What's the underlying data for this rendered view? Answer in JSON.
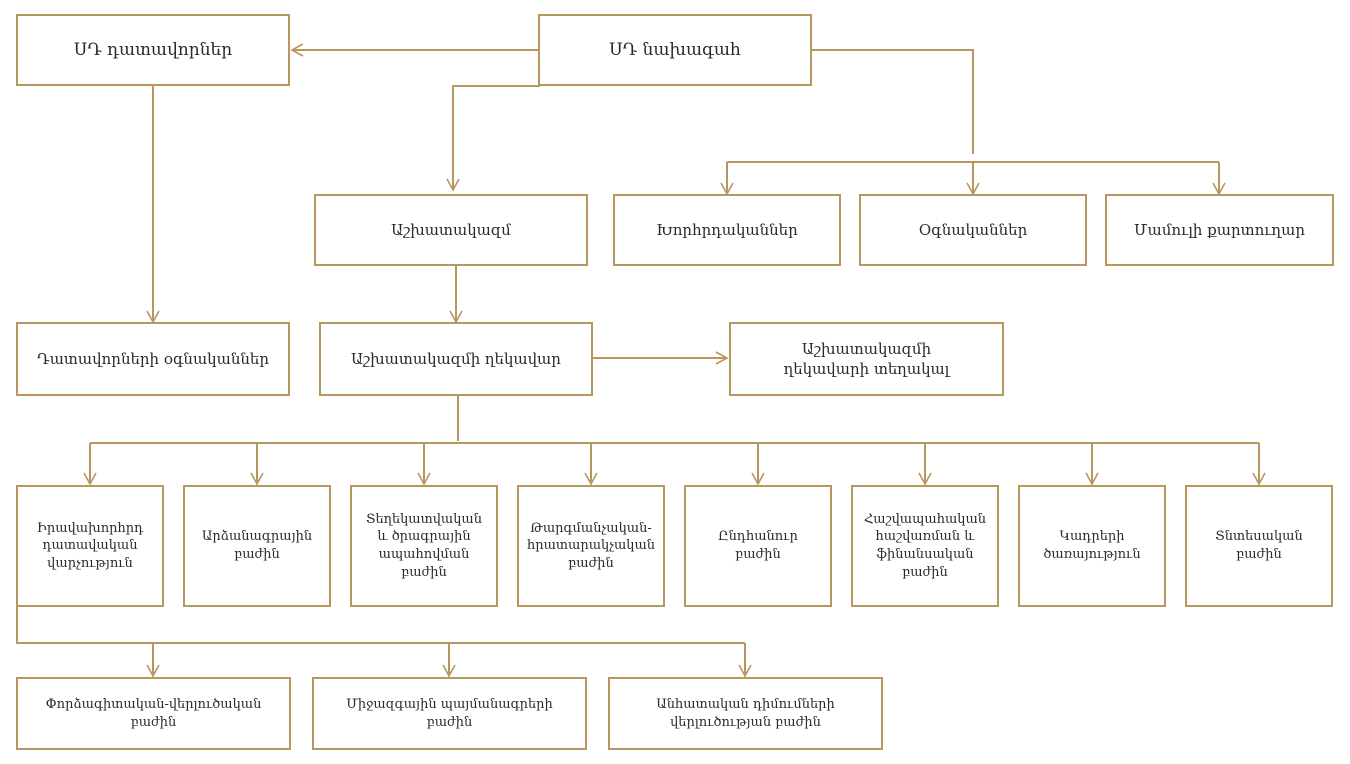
{
  "colors": {
    "line": "#b5975f",
    "text": "#2a2a2a",
    "background": "#ffffff"
  },
  "nodes": {
    "court_staff": "ՍԴ նախագահ",
    "judges": "ՍԴ դատավորներ",
    "judges_assistants": "Դատավորների օգնականներ",
    "staff": "Աշխատակազմ",
    "staff_head": "Աշխատակազմի ղեկավար",
    "staff_head_deputy": "Աշխատակազմի\nղեկավարի տեղակալ",
    "advisers": "Խորհրդականներ",
    "assistants": "Օգնականներ",
    "press_secretary": "Մամուլի քարտուղար",
    "legal_proceedings": "Իրավախորհրդ\nդատավական\nվարչություն",
    "protocol_dept": "Արձանագրային\nբաժին",
    "it_dept": "Տեղեկատվական\nև ծրագրային\nապահովման\nբաժին",
    "translation_dept": "Թարգմանչական-\nհրատարակչական\nբաժին",
    "general_dept": "Ընդհանուր բաժին",
    "accounting_dept": "Հաշվապահական\nհաշվառման և\nֆինանսական\nբաժին",
    "hr_service": "Կադրերի ծառայություն",
    "economic_dept": "Տնտեսական\nբաժին",
    "expert_analytical_dept": "Փորձագիտական-վերլուծական\nբաժին",
    "intl_treaties_dept": "Միջազգային պայմանագրերի\nբաժին",
    "constitutional_complaints_dept": "Անհատական դիմումների\nվերլուծության բաժին"
  }
}
